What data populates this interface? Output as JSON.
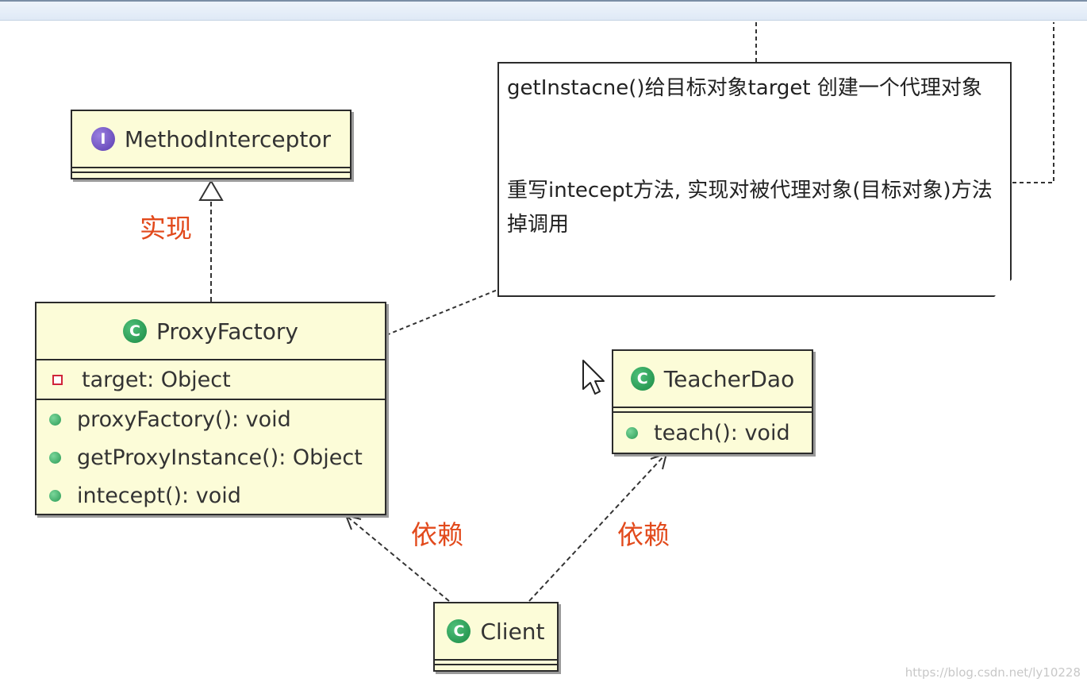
{
  "classes": {
    "method_interceptor": {
      "name": "MethodInterceptor",
      "stereotype_badge": "I"
    },
    "proxy_factory": {
      "name": "ProxyFactory",
      "stereotype_badge": "C",
      "fields": [
        "target: Object"
      ],
      "methods": [
        "proxyFactory(): void",
        "getProxyInstance(): Object",
        "intecept(): void"
      ]
    },
    "teacher_dao": {
      "name": "TeacherDao",
      "stereotype_badge": "C",
      "methods": [
        "teach(): void"
      ]
    },
    "client": {
      "name": "Client",
      "stereotype_badge": "C"
    }
  },
  "note": {
    "line1": "getInstacne()给目标对象target 创建一个代理对象",
    "line2": "重写intecept方法, 实现对被代理对象(目标对象)方法掉调用"
  },
  "relations": {
    "implements_label": "实现",
    "dependency_label_1": "依赖",
    "dependency_label_2": "依赖"
  },
  "watermark": "https://blog.csdn.net/ly10228",
  "colors": {
    "class_fill": "#fcfcd8",
    "label_red": "#e24a1c",
    "class_badge": "#1a8a44",
    "interface_badge": "#5a3cb0"
  }
}
